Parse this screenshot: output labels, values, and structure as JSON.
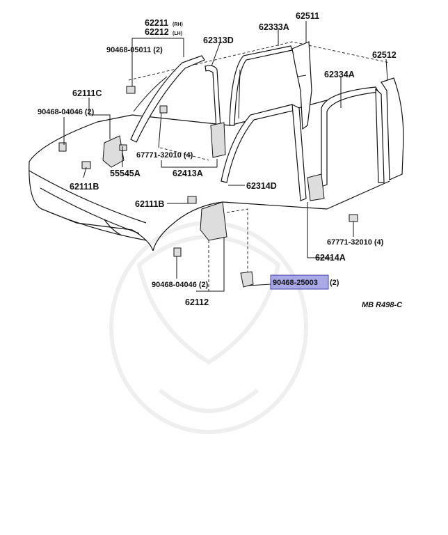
{
  "diagram": {
    "parts": {
      "p62211": "62211",
      "p62211_rh": "(RH)",
      "p62212": "62212",
      "p62212_lh": "(LH)",
      "p62511": "62511",
      "p62333A": "62333A",
      "p62313D": "62313D",
      "p62512": "62512",
      "p62334A": "62334A",
      "p90468_05011": "90468-05011 (2)",
      "p62111C": "62111C",
      "p90468_04046a": "90468-04046 (2)",
      "p67771_a": "67771-32010 (4)",
      "p55545A": "55545A",
      "p62413A": "62413A",
      "p62111B_a": "62111B",
      "p62314D": "62314D",
      "p62111B_b": "62111B",
      "p67771_b": "67771-32010 (4)",
      "p62414A": "62414A",
      "p90468_04046b": "90468-04046 (2)",
      "p62112": "62112",
      "p90468_25003": "90468-25003",
      "p90468_25003_qty": "(2)"
    },
    "code": "MB R498-C",
    "highlight_color": "#8c8ce0"
  }
}
